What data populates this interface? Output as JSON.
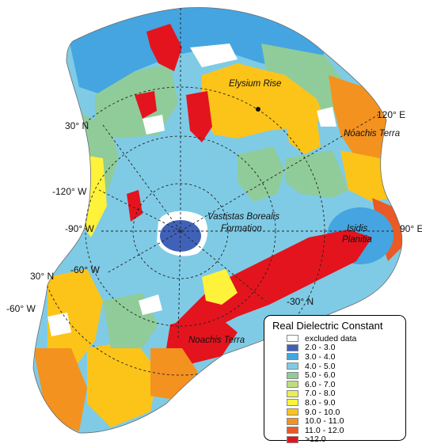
{
  "coordinates": {
    "lat30_upper": "30° N",
    "lon120e": "120° E",
    "lon120w": "-120° W",
    "lon90w": "-90° W",
    "lon90e": "90° E",
    "lon60w": "-60° W",
    "lat30_left": "30° N",
    "lon60w_left": "-60° W",
    "lat30_lower": "-30° N"
  },
  "regions": {
    "elysium": "Elysium Rise",
    "noachis_upper": "Noachis Terra",
    "vastitas_line1": "Vastistas Borealis",
    "vastitas_line2": "Formation",
    "isidis_line1": "Isidis",
    "isidis_line2": "Planitia",
    "noachis_lower": "Noachis Terra"
  },
  "legend": {
    "title": "Real Dielectric Constant",
    "items": [
      {
        "label": "excluded data",
        "color": "#ffffff"
      },
      {
        "label": "2.0 - 3.0",
        "color": "#3f61b8"
      },
      {
        "label": "3.0 - 4.0",
        "color": "#45a5e0"
      },
      {
        "label": "4.0 - 5.0",
        "color": "#7fcbe6"
      },
      {
        "label": "5.0 - 6.0",
        "color": "#90cc9a"
      },
      {
        "label": "6.0 - 7.0",
        "color": "#bfdc7f"
      },
      {
        "label": "7.0 - 8.0",
        "color": "#e8ef52"
      },
      {
        "label": "8.0 - 9.0",
        "color": "#fff23a"
      },
      {
        "label": "9.0 - 10.0",
        "color": "#fcc419"
      },
      {
        "label": "10.0 - 11.0",
        "color": "#f3921f"
      },
      {
        "label": "11.0 - 12.0",
        "color": "#ea5a24"
      },
      {
        "label": ">12.0",
        "color": "#e3141e"
      }
    ]
  }
}
